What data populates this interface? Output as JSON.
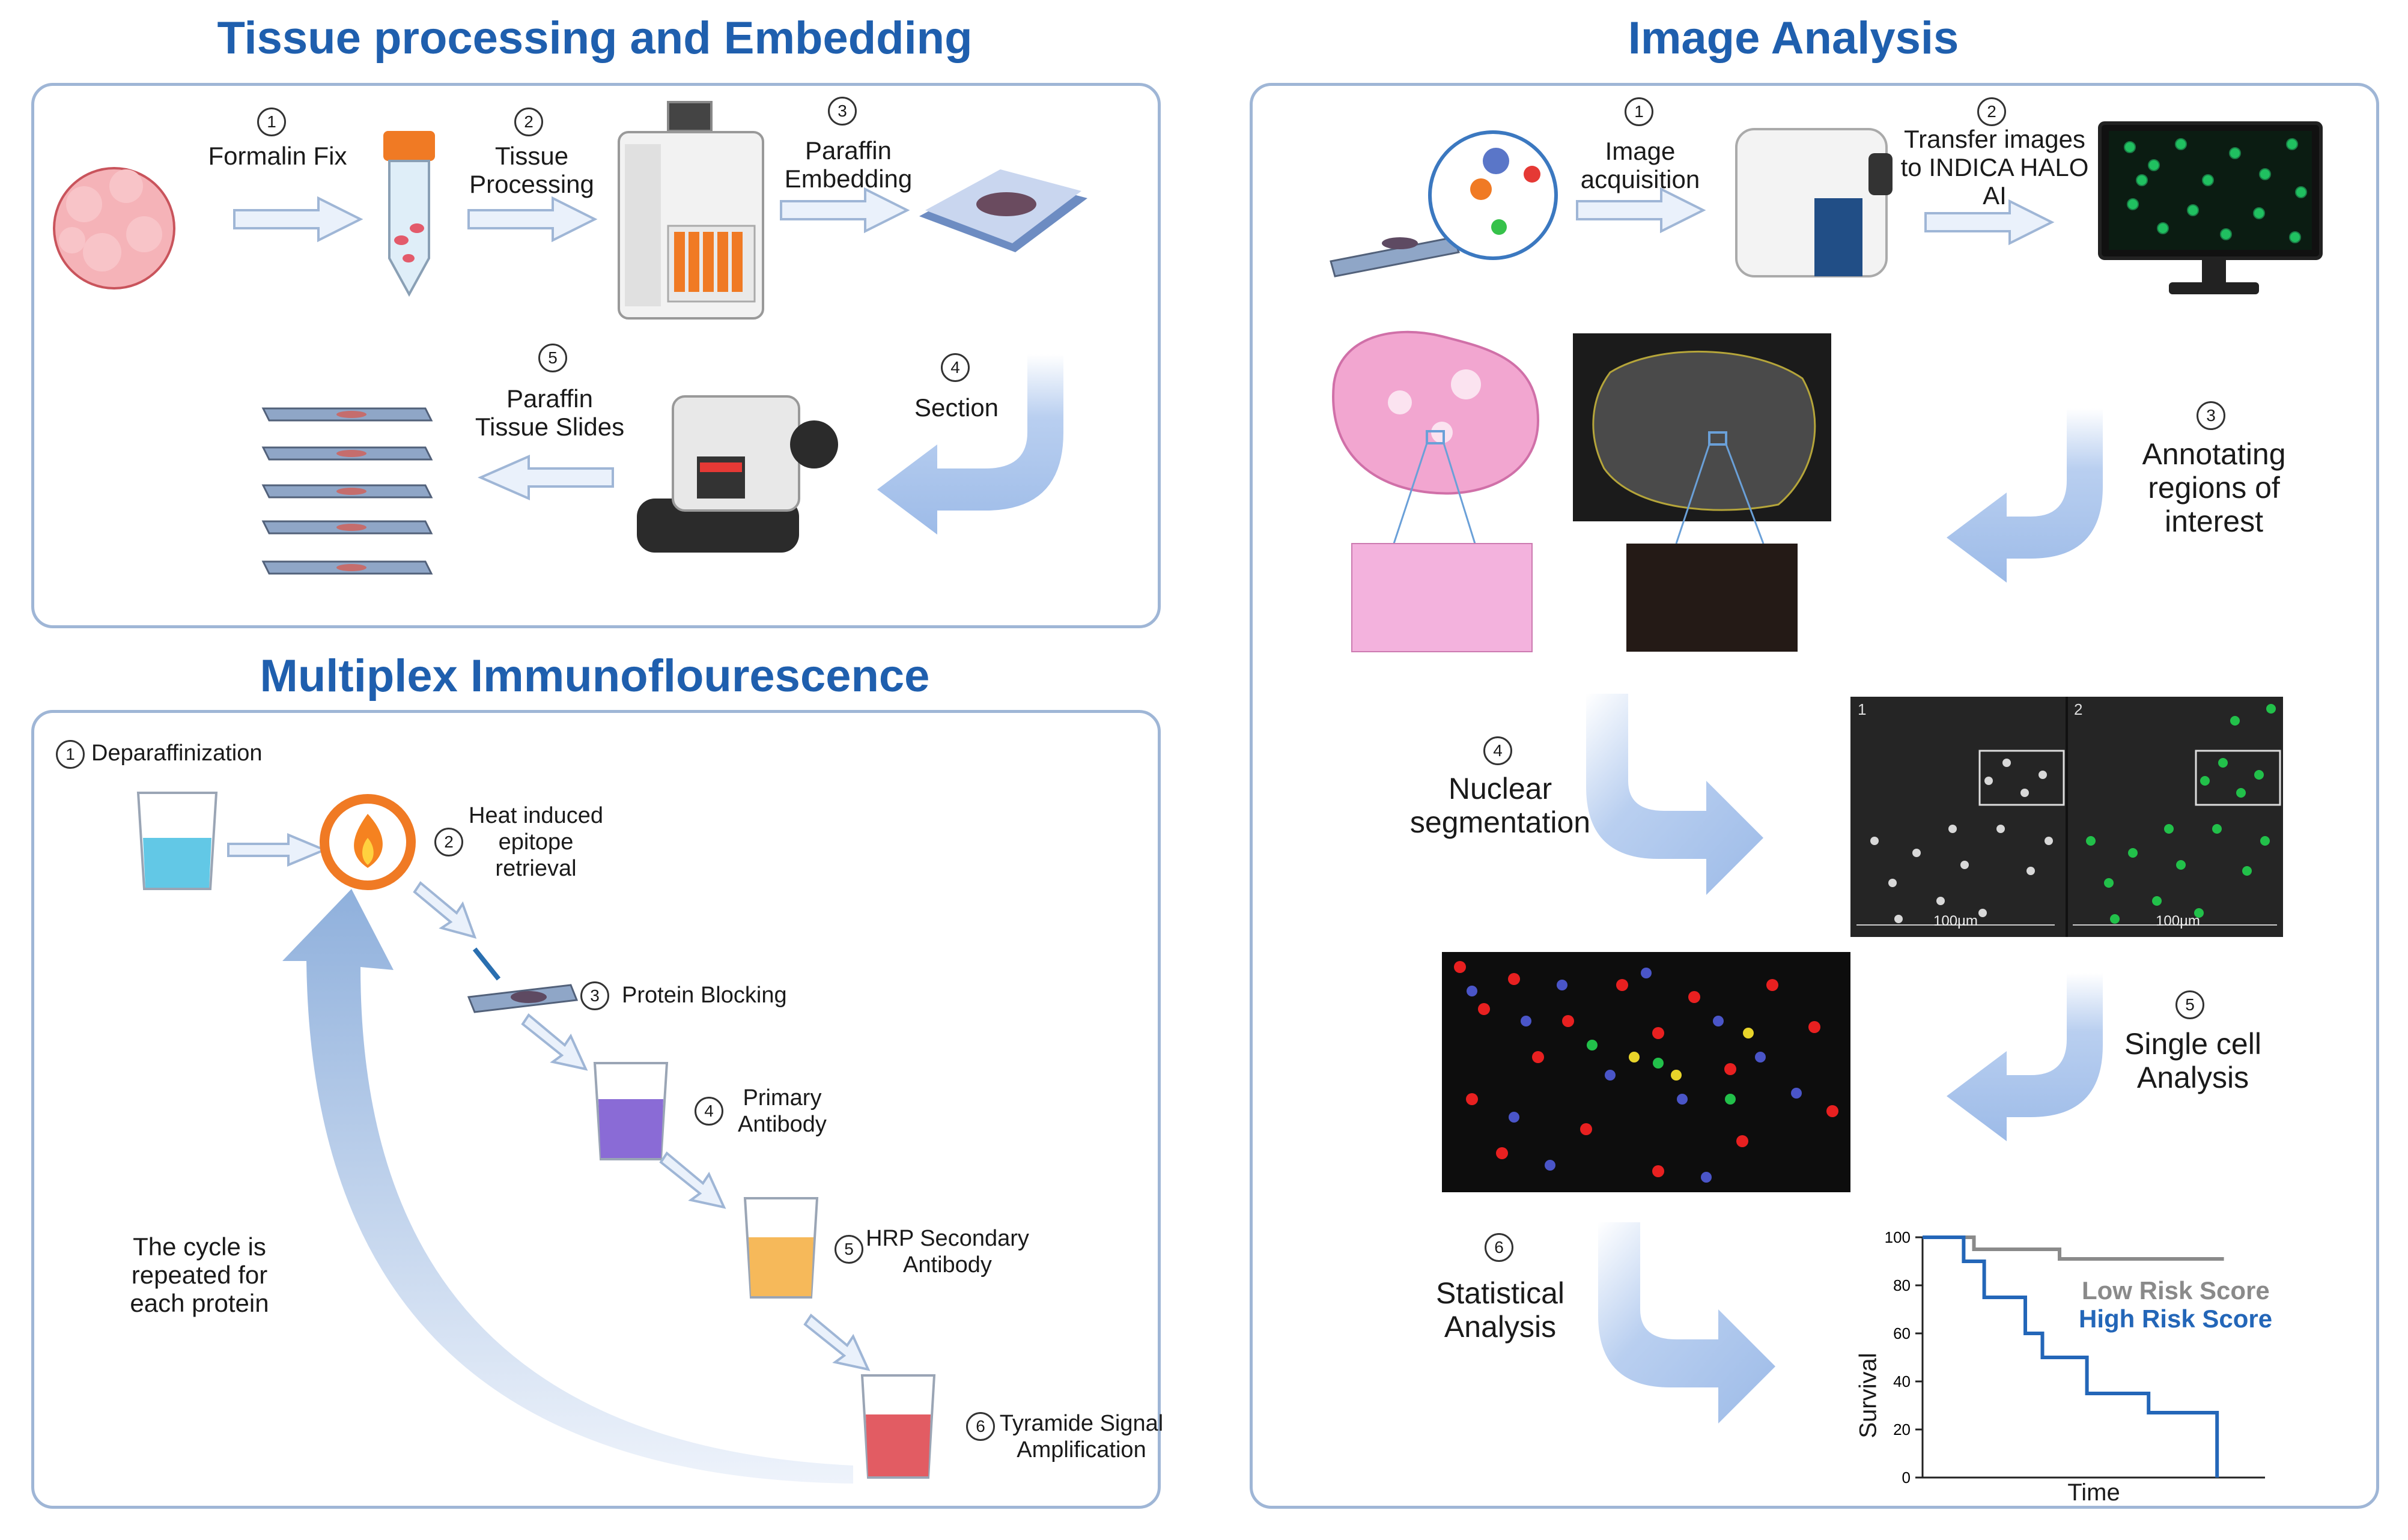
{
  "sections": {
    "tissue_title": "Tissue processing and Embedding",
    "multiplex_title": "Multiplex Immunoflourescence",
    "image_title": "Image Analysis"
  },
  "tissue_steps": [
    {
      "num": "1",
      "label": "Formalin Fix"
    },
    {
      "num": "2",
      "label": "Tissue\nProcessing"
    },
    {
      "num": "3",
      "label": "Paraffin\nEmbedding"
    },
    {
      "num": "4",
      "label": "Section"
    },
    {
      "num": "5",
      "label": "Paraffin\nTissue Slides"
    }
  ],
  "mif_steps": [
    {
      "num": "1",
      "label": "Deparaffinization"
    },
    {
      "num": "2",
      "label": "Heat induced\nepitope\nretrieval"
    },
    {
      "num": "3",
      "label": "Protein Blocking"
    },
    {
      "num": "4",
      "label": "Primary\nAntibody"
    },
    {
      "num": "5",
      "label": "HRP Secondary\nAntibody"
    },
    {
      "num": "6",
      "label": "Tyramide Signal\nAmplification"
    }
  ],
  "cycle_note": "The cycle is\nrepeated for\neach protein",
  "ia_steps": [
    {
      "num": "1",
      "label": "Image\nacquisition"
    },
    {
      "num": "2",
      "label": "Transfer images\nto INDICA HALO\nAI"
    },
    {
      "num": "3",
      "label": "Annotating\nregions of\ninterest"
    },
    {
      "num": "4",
      "label": "Nuclear\nsegmentation"
    },
    {
      "num": "5",
      "label": "Single cell\nAnalysis"
    },
    {
      "num": "6",
      "label": "Statistical\nAnalysis"
    }
  ],
  "seg_panels": {
    "panel_1": "1",
    "panel_2": "2",
    "scale_1": "100µm",
    "scale_2": "100µm"
  },
  "colors": {
    "title_blue": "#1f5fae",
    "panel_border": "#9fb6d6",
    "arrow_fill": "#a9c3ea",
    "low_risk": "#8a8a8a",
    "high_risk": "#2366b8"
  },
  "chart_data": {
    "type": "line",
    "xlabel": "Time",
    "ylabel": "Survival",
    "ylim": [
      0,
      100
    ],
    "yticks": [
      "100",
      "80",
      "60",
      "40",
      "20",
      "0"
    ],
    "xlim": [
      0,
      10
    ],
    "series": [
      {
        "name": "Low Risk Score",
        "x": [
          0,
          1.5,
          1.5,
          4.0,
          4.0,
          8.8
        ],
        "y": [
          100,
          100,
          95,
          95,
          91,
          91
        ]
      },
      {
        "name": "High Risk Score",
        "x": [
          0,
          1.2,
          1.2,
          1.8,
          1.8,
          3.0,
          3.0,
          3.5,
          3.5,
          4.8,
          4.8,
          6.6,
          6.6,
          8.6,
          8.6
        ],
        "y": [
          100,
          100,
          90,
          90,
          75,
          75,
          60,
          60,
          50,
          50,
          35,
          35,
          27,
          27,
          0
        ]
      }
    ]
  }
}
